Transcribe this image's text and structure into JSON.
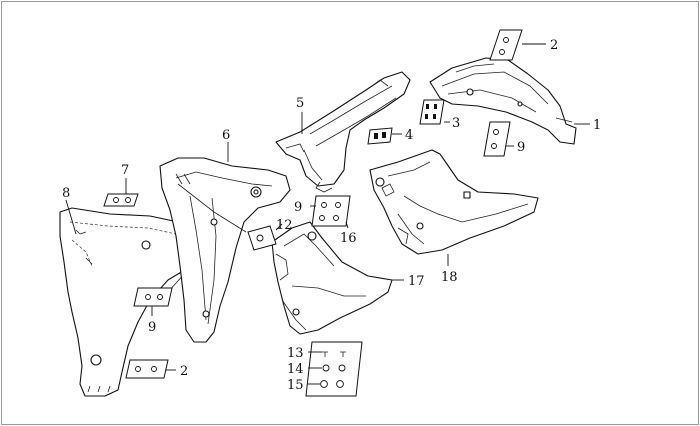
{
  "diagram": {
    "type": "exploded parts diagram",
    "callouts": [
      {
        "id": "c1",
        "text": "1"
      },
      {
        "id": "c2a",
        "text": "2"
      },
      {
        "id": "c3",
        "text": "3"
      },
      {
        "id": "c4",
        "text": "4"
      },
      {
        "id": "c5",
        "text": "5"
      },
      {
        "id": "c6",
        "text": "6"
      },
      {
        "id": "c7",
        "text": "7"
      },
      {
        "id": "c8",
        "text": "8"
      },
      {
        "id": "c9a",
        "text": "9"
      },
      {
        "id": "c9b",
        "text": "9"
      },
      {
        "id": "c9c",
        "text": "9"
      },
      {
        "id": "c12",
        "text": "12"
      },
      {
        "id": "c16",
        "text": "16"
      },
      {
        "id": "c17",
        "text": "17"
      },
      {
        "id": "c18",
        "text": "18"
      },
      {
        "id": "c13",
        "text": "13"
      },
      {
        "id": "c14",
        "text": "14"
      },
      {
        "id": "c15",
        "text": "15"
      },
      {
        "id": "c2b",
        "text": "2"
      }
    ]
  }
}
